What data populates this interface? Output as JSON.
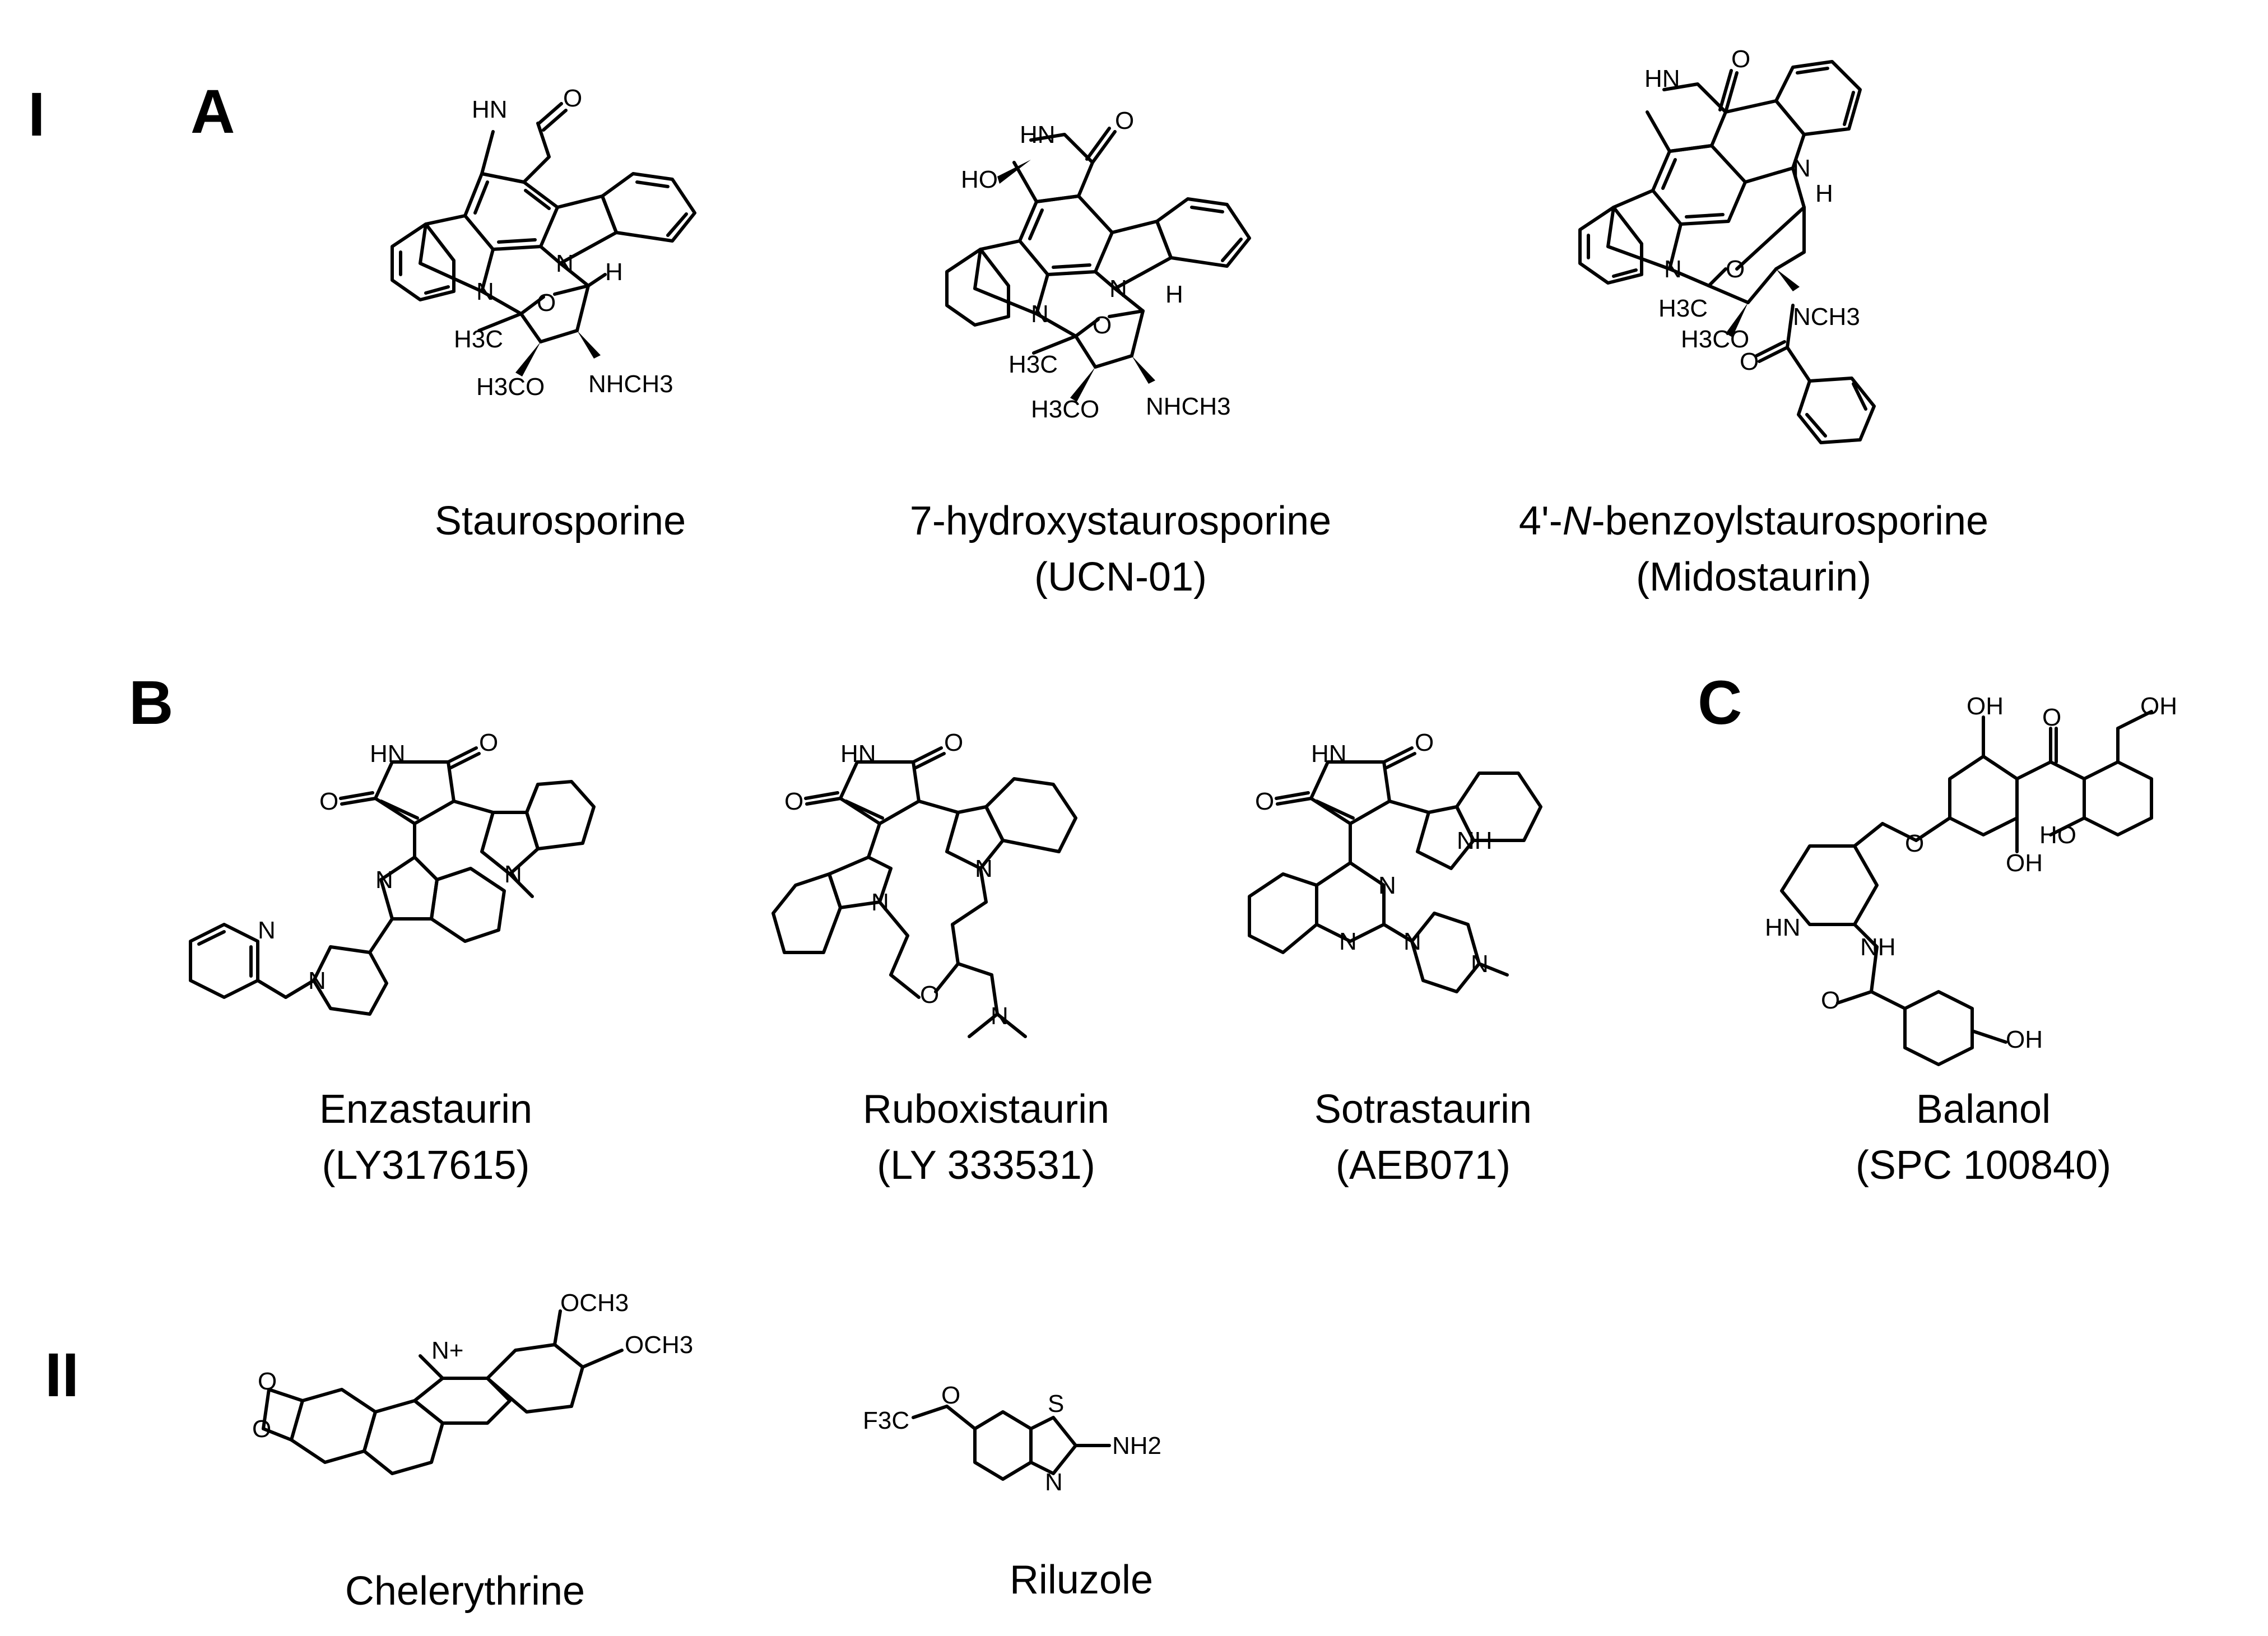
{
  "panel_labels": {
    "section_1": "I",
    "a": "A",
    "b": "B",
    "c": "C",
    "section_2": "II"
  },
  "compounds": {
    "staurosporine": {
      "name": "Staurosporine"
    },
    "ucn01": {
      "name": "7-hydroxystaurosporine",
      "alias": "(UCN-01)"
    },
    "midostaurin": {
      "name_prefix": "4'-",
      "name_italic": "N",
      "name_suffix": "-benzoylstaurosporine",
      "alias": "(Midostaurin)"
    },
    "enzastaurin": {
      "name": "Enzastaurin",
      "alias": "(LY317615)"
    },
    "ruboxistaurin": {
      "name": "Ruboxistaurin",
      "alias": "(LY 333531)"
    },
    "sotrastaurin": {
      "name": "Sotrastaurin",
      "alias": "(AEB071)"
    },
    "balanol": {
      "name": "Balanol",
      "alias": "(SPC 100840)"
    },
    "chelerythrine": {
      "name": "Chelerythrine"
    },
    "riluzole": {
      "name": "Riluzole"
    }
  },
  "atom_labels": {
    "nh": "HN",
    "nh2": "NH",
    "o": "O",
    "n": "N",
    "h": "H",
    "ho": "HO",
    "oh": "OH",
    "h3c": "H3C",
    "h3co": "H3CO",
    "nhch3": "NHCH3",
    "nch3": "NCH3",
    "och3": "OCH3",
    "f3c": "F3C",
    "s": "S",
    "nh2_amine": "NH2",
    "n_plus": "N+"
  }
}
